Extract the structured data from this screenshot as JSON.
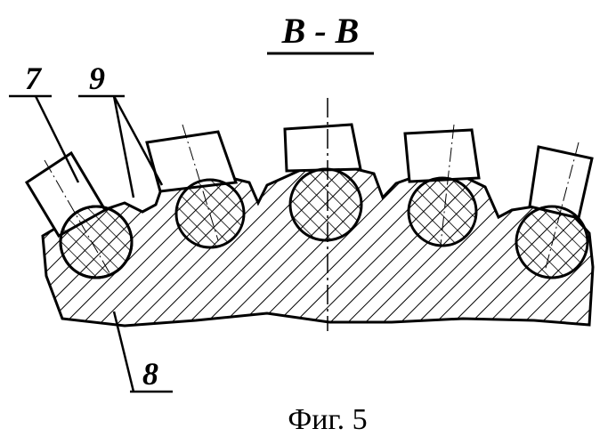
{
  "figure": {
    "section_title": "B - B",
    "caption": "Фиг. 5",
    "labels": {
      "part_7": "7",
      "part_9": "9",
      "part_8": "8"
    }
  }
}
